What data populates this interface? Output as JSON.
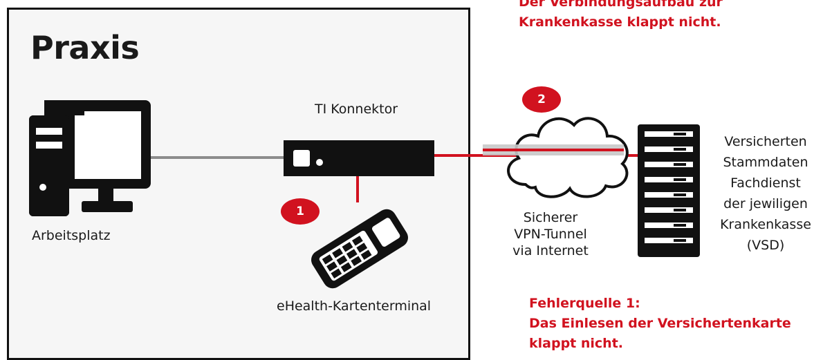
{
  "praxis": {
    "title": "Praxis"
  },
  "workstation": {
    "label": "Arbeitsplatz",
    "icon": "desktop-computer-icon"
  },
  "connector": {
    "label": "TI Konnektor",
    "icon": "connector-box-icon"
  },
  "terminal": {
    "label": "eHealth-Kartenterminal",
    "icon": "card-terminal-icon",
    "badge": "1"
  },
  "tunnel": {
    "lines": [
      "Sicherer",
      "VPN-Tunnel",
      "via Internet"
    ],
    "icon": "cloud-icon",
    "badge": "2"
  },
  "server": {
    "lines": [
      "Versicherten",
      "Stammdaten",
      "Fachdienst",
      "der jewiligen",
      "Krankenkasse",
      "(VSD)"
    ],
    "icon": "server-rack-icon"
  },
  "error2": {
    "lines": [
      "Der Verbindungsaufbau zur",
      "Krankenkasse klappt nicht."
    ]
  },
  "error1": {
    "lines": [
      "Fehlerquelle 1:",
      "Das Einlesen der Versichertenkarte",
      "klappt nicht."
    ]
  },
  "colors": {
    "accent": "#d1121f",
    "line_gray": "#8c8c8c",
    "dark": "#111111"
  }
}
